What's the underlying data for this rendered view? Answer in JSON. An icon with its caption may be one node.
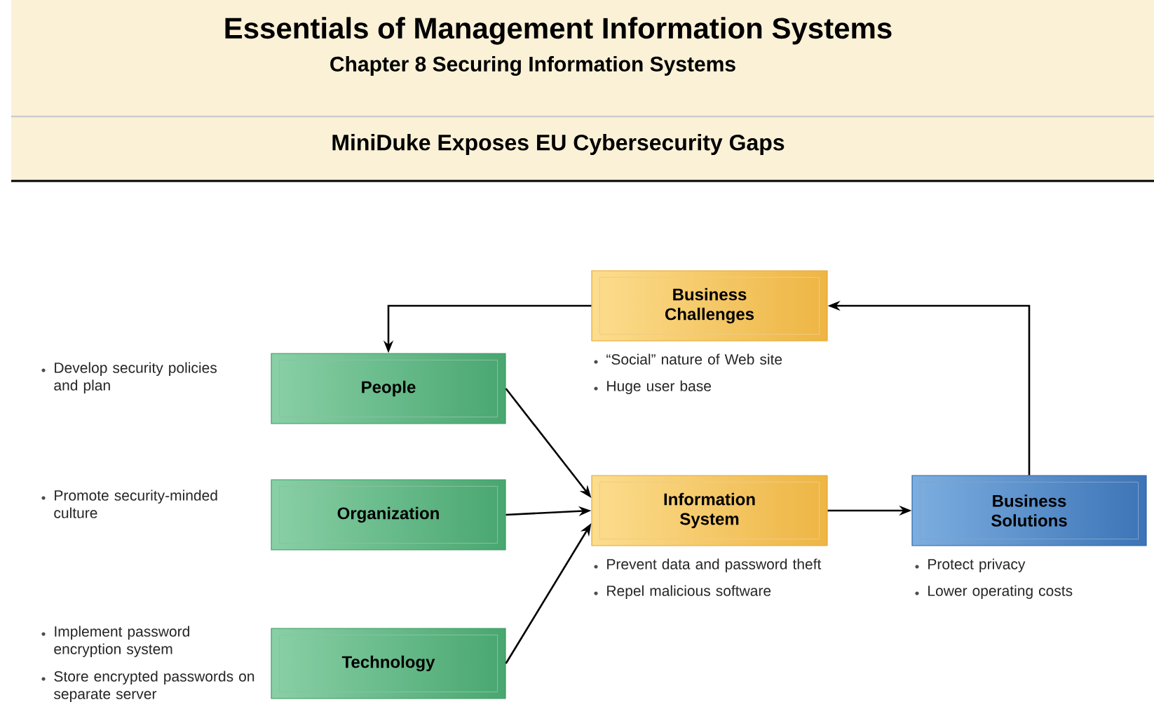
{
  "diagram": {
    "title": "Essentials of Management Information Systems",
    "nodes": [
      {
        "text": [
          "Business Challenges"
        ],
        "beside": [
          "“Social” nature of Web site",
          "Huge user base"
        ]
      },
      {
        "text": [
          "People"
        ],
        "beside": [
          "Develop security policies and plan"
        ]
      },
      {
        "text": [
          "Organization"
        ],
        "beside": [
          "Promote security-minded culture"
        ]
      },
      {
        "text": [
          "Information System"
        ],
        "beside": [
          "Prevent data and password theft",
          "Repel malicious software"
        ]
      },
      {
        "text": [
          "Business Solutions"
        ],
        "beside": [
          "Protect privacy",
          "Lower operating costs"
        ]
      },
      {
        "text": [
          "Technology"
        ],
        "beside": [
          "Implement password encryption system",
          "Store encrypted passwords on separate server"
        ]
      }
    ],
    "edges": [
      {
        "from": 0,
        "to": 1,
        "arrow": "to"
      },
      {
        "from": 1,
        "to": 3,
        "arrow": "to"
      },
      {
        "from": 2,
        "to": 3,
        "arrow": "to"
      },
      {
        "from": 5,
        "to": 3,
        "arrow": "to"
      },
      {
        "from": 3,
        "to": 4,
        "arrow": "to"
      },
      {
        "from": 4,
        "to": 0,
        "arrow": "to"
      }
    ],
    "labels": [
      "Chapter 8 Securing Information Systems",
      "MiniDuke Exposes EU Cybersecurity Gaps"
    ]
  }
}
